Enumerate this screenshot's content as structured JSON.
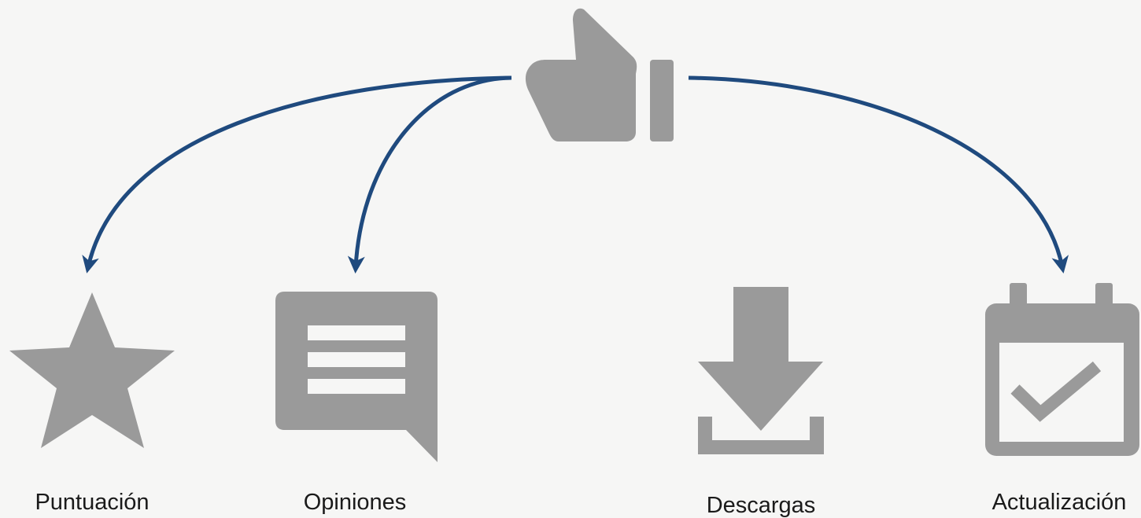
{
  "colors": {
    "background": "#f6f6f5",
    "arrow": "#1f4a7e",
    "icon": "#9a9a9a",
    "text": "#1a1a1a"
  },
  "root": {
    "icon": "thumbs-up-icon"
  },
  "nodes": [
    {
      "id": "puntuacion",
      "label": "Puntuación",
      "icon": "star-icon"
    },
    {
      "id": "opiniones",
      "label": "Opiniones",
      "icon": "comment-icon"
    },
    {
      "id": "descargas",
      "label": "Descargas",
      "icon": "download-icon"
    },
    {
      "id": "actualizacion",
      "label": "Actualización",
      "icon": "calendar-check-icon"
    }
  ],
  "edges": [
    {
      "from": "root",
      "to": "puntuacion"
    },
    {
      "from": "root",
      "to": "opiniones"
    },
    {
      "from": "root",
      "to": "actualizacion"
    }
  ]
}
